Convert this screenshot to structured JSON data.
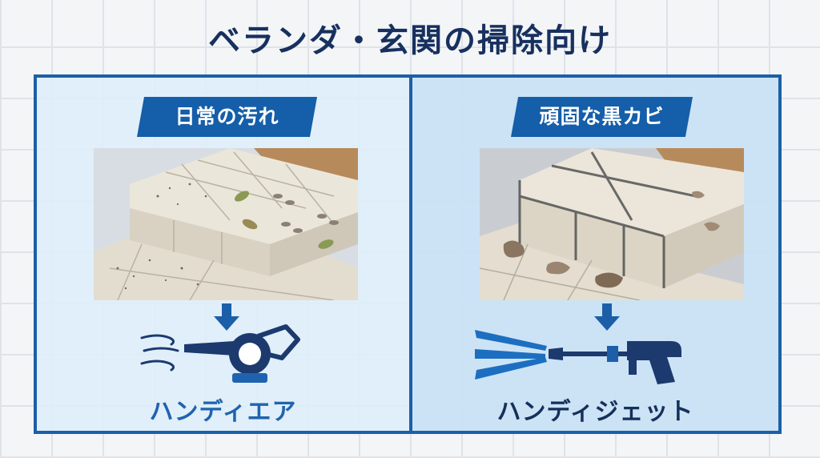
{
  "title": "ベランダ・玄関の掃除向け",
  "panels": [
    {
      "badge": "日常の汚れ",
      "tool_label": "ハンディエア",
      "tool_icon": "blower-icon",
      "accent": "#1f63b0"
    },
    {
      "badge": "頑固な黒カビ",
      "tool_label": "ハンディジェット",
      "tool_icon": "pressure-washer-icon",
      "accent": "#15305a"
    }
  ],
  "colors": {
    "frame": "#1c5fa8",
    "badge_bg": "#155ea9",
    "title": "#17305f"
  }
}
